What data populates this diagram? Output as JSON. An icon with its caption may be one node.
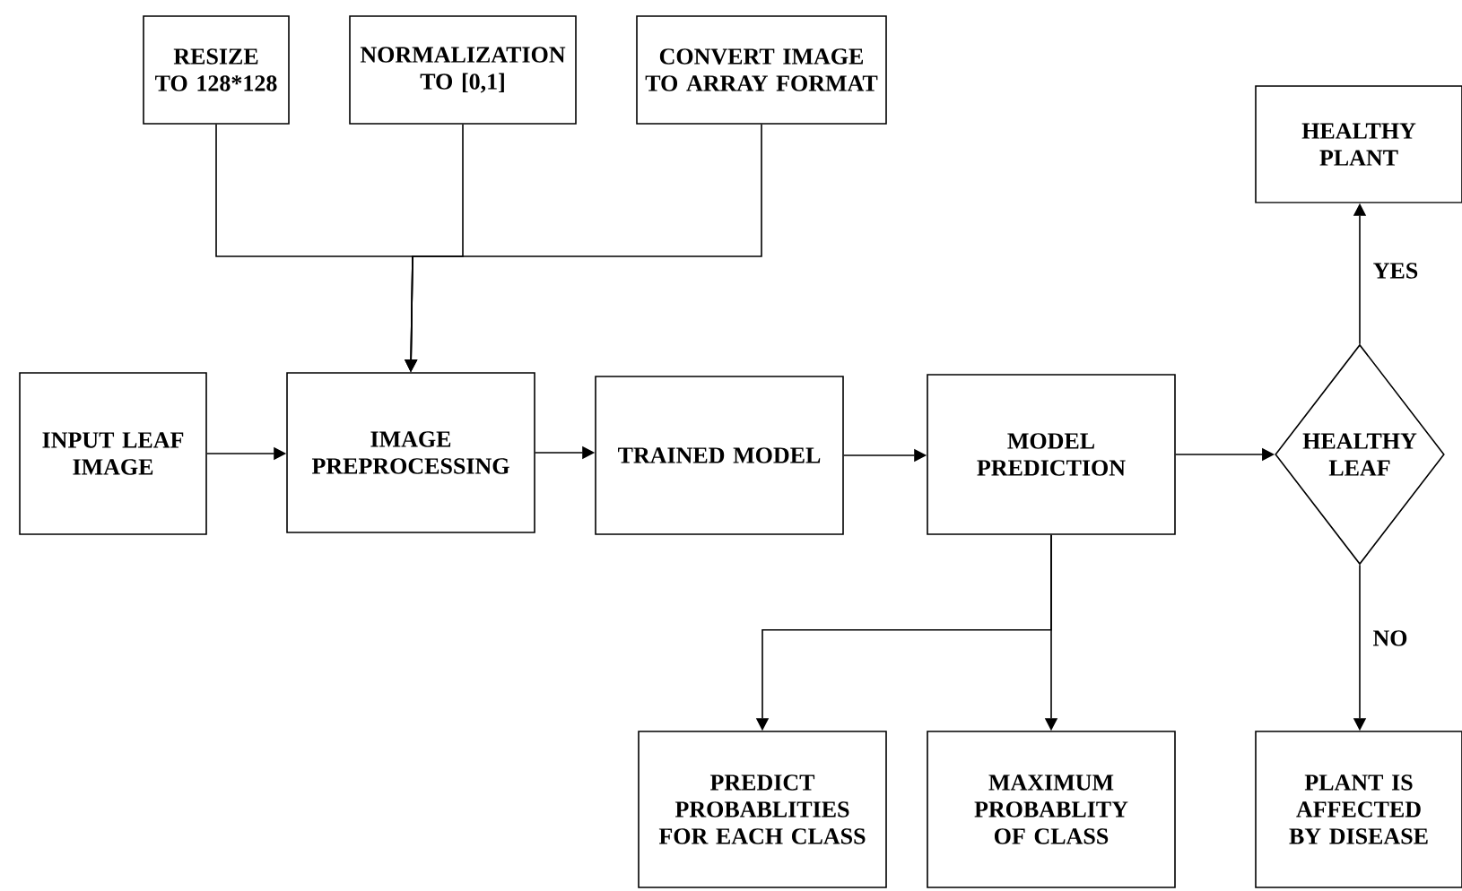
{
  "diagram": {
    "nodes": [
      {
        "text": [
          "RESIZE TO 128*128"
        ]
      },
      {
        "text": [
          "NORMALIZATION TO [0,1]"
        ]
      },
      {
        "text": [
          "CONVERT IMAGE TO ARRAY FORMAT"
        ]
      },
      {
        "text": [
          "INPUT LEAF IMAGE"
        ]
      },
      {
        "text": [
          "IMAGE PREPROCESSING"
        ]
      },
      {
        "text": [
          "TRAINED MODEL"
        ]
      },
      {
        "text": [
          "MODEL PREDICTION"
        ]
      },
      {
        "text": [
          "HEALTHY LEAF"
        ]
      },
      {
        "text": [
          "HEALTHY PLANT"
        ]
      },
      {
        "text": [
          "PREDICT PROBABLITIES FOR EACH CLASS"
        ]
      },
      {
        "text": [
          "MAXIMUM PROBABLITY OF CLASS"
        ]
      },
      {
        "text": [
          "PLANT IS AFFECTED BY DISEASE"
        ]
      }
    ],
    "edges": [
      {
        "from": 0,
        "to": 4,
        "arrow": "to"
      },
      {
        "from": 1,
        "to": 4,
        "arrow": "to"
      },
      {
        "from": 2,
        "to": 4,
        "arrow": "to"
      },
      {
        "from": 3,
        "to": 4,
        "arrow": "to"
      },
      {
        "from": 4,
        "to": 5,
        "arrow": "to"
      },
      {
        "from": 5,
        "to": 6,
        "arrow": "to"
      },
      {
        "from": 6,
        "to": 7,
        "arrow": "to"
      },
      {
        "from": 7,
        "to": 8,
        "arrow": "to",
        "label": "YES"
      },
      {
        "from": 7,
        "to": 11,
        "arrow": "to",
        "label": "NO"
      },
      {
        "from": 6,
        "to": 9,
        "arrow": "to"
      },
      {
        "from": 6,
        "to": 10,
        "arrow": "to"
      }
    ]
  }
}
